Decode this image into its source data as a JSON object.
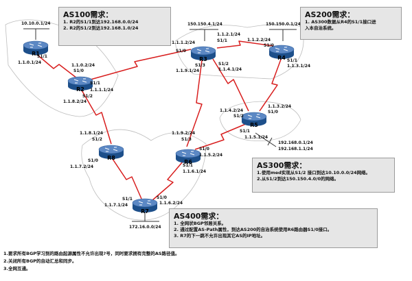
{
  "routers": [
    {
      "id": "R1",
      "label": "R1"
    },
    {
      "id": "R2",
      "label": "R2"
    },
    {
      "id": "R3",
      "label": "R3"
    },
    {
      "id": "R4",
      "label": "R4"
    },
    {
      "id": "R5",
      "label": "R5"
    },
    {
      "id": "R6",
      "label": "R6"
    },
    {
      "id": "R7",
      "label": "R7"
    },
    {
      "id": "R8",
      "label": "R8"
    }
  ],
  "network_labels": {
    "r1_lan": "10.10.0.1/24",
    "r3_lan": "150.150.4.1/24",
    "r4_lan": "150.150.0.1/24",
    "r5_lan1": "192.168.0.1/24",
    "r5_lan2": "192.168.1.1/24",
    "r7_lan": "172.16.0.0/24"
  },
  "interface_labels": [
    {
      "id": "r1_s11",
      "text": "S1/1"
    },
    {
      "id": "r1_ip",
      "text": "1.1.0.1/24"
    },
    {
      "id": "r2_ip0",
      "text": "1.1.0.2/24"
    },
    {
      "id": "r2_s10",
      "text": "S1/0"
    },
    {
      "id": "r2_s11",
      "text": "S1/1"
    },
    {
      "id": "r2_ip1",
      "text": "1.1.1.1/24"
    },
    {
      "id": "r2_s12",
      "text": "S1/2"
    },
    {
      "id": "r2_ip2",
      "text": "1.1.8.2/24"
    },
    {
      "id": "r3_ip1",
      "text": "1.1.1.2/24"
    },
    {
      "id": "r3_s10",
      "text": "S1/0"
    },
    {
      "id": "r3_ip2a",
      "text": "1.1.2.1/24"
    },
    {
      "id": "r3_s11",
      "text": "S1/1"
    },
    {
      "id": "r3_s13",
      "text": "S1/3"
    },
    {
      "id": "r3_ip9",
      "text": "1.1.9.1/24"
    },
    {
      "id": "r3_s12",
      "text": "S1/2"
    },
    {
      "id": "r3_ip4",
      "text": "1.1.4.1/24"
    },
    {
      "id": "r4_ip2",
      "text": "1.1.2.2/24"
    },
    {
      "id": "r4_s10",
      "text": "S1/0"
    },
    {
      "id": "r4_s11",
      "text": "S1/1"
    },
    {
      "id": "r4_ip3",
      "text": "1.1.3.1/24"
    },
    {
      "id": "r5_ip4",
      "text": "1.1.4.2/24"
    },
    {
      "id": "r5_s12",
      "text": "S1/2"
    },
    {
      "id": "r5_ip3",
      "text": "1.1.3.2/24"
    },
    {
      "id": "r5_s10",
      "text": "S1/0"
    },
    {
      "id": "r5_s11",
      "text": "S1/1"
    },
    {
      "id": "r5_ip5",
      "text": "1.1.5.1/24"
    },
    {
      "id": "r8_ip8",
      "text": "1.1.8.1/24"
    },
    {
      "id": "r8_s12",
      "text": "S1/2"
    },
    {
      "id": "r8_s10",
      "text": "S1/0"
    },
    {
      "id": "r8_ip7",
      "text": "1.1.7.2/24"
    },
    {
      "id": "r6_ip9",
      "text": "1.1.9.2/24"
    },
    {
      "id": "r6_s13",
      "text": "S1/3"
    },
    {
      "id": "r6_s10",
      "text": "S1/0"
    },
    {
      "id": "r6_ip5",
      "text": "1.1.5.2/24"
    },
    {
      "id": "r6_s11",
      "text": "S1/1"
    },
    {
      "id": "r6_ip6",
      "text": "1.1.6.1/24"
    },
    {
      "id": "r7_s11",
      "text": "S1/1"
    },
    {
      "id": "r7_ip7",
      "text": "1.1.7.1/24"
    },
    {
      "id": "r7_s10",
      "text": "S1/0"
    },
    {
      "id": "r7_ip6",
      "text": "1.1.6.2/24"
    }
  ],
  "as100": {
    "title": "AS100需求：",
    "lines": [
      "1. R2的S1/1到达192.168.0.0/24",
      "2. R2的S1/2到达192.168.1.0/24"
    ]
  },
  "as200": {
    "title": "AS200需求：",
    "lines": [
      "1. AS300数据从R4的S1/1接口进",
      "入本自治系统。"
    ]
  },
  "as300": {
    "title": "AS300需求：",
    "lines": [
      "1.使用med实现从S1/2 接口到达10.10.0.0/24网络。",
      "2.从S1/2到达150.150.4.0/0的网络。"
    ]
  },
  "as400": {
    "title": "AS400需求：",
    "lines": [
      "1. 全网状BGP邻居关系。",
      "2. 通过配置AS-Path属性，到达AS200的自治系统使用R6路由器S1/0接口。",
      "3. R7的下一跳不允许出现其它AS的IP地址。"
    ]
  },
  "notes": [
    "1.要求所有BGP学习到的路由起源属性不允许出现?号，同时要求拥有完整的AS路径值。",
    "2.关闭所有BGP的自动汇总和同步。",
    "3.全网互通。"
  ],
  "colors": {
    "serial_link": "#d81e1e",
    "router_body": "#1d4f8a",
    "router_top": "#5c88c4",
    "box_bg": "#e6e6e6"
  }
}
